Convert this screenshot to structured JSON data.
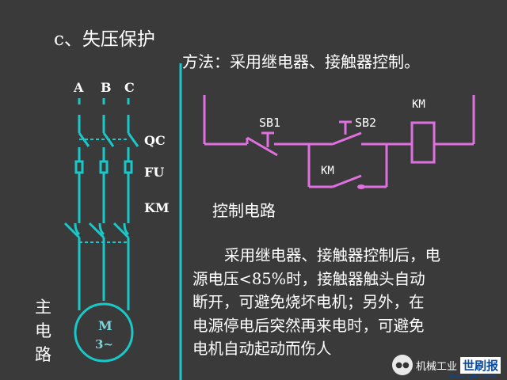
{
  "heading": "c、失压保护",
  "method": "方法：采用继电器、接触器控制。",
  "main_circuit": {
    "phases": [
      "A",
      "B",
      "C"
    ],
    "labels": {
      "qc": "QC",
      "fu": "FU",
      "km": "KM"
    },
    "side_label": [
      "主",
      "电",
      "路"
    ],
    "motor": {
      "name": "M",
      "spec": "3~"
    }
  },
  "control_circuit": {
    "title": "控制电路",
    "sb1": "SB1",
    "sb2": "SB2",
    "coil": "KM",
    "contact": "KM"
  },
  "paragraph": [
    "采用继电器、接触器控制后，电",
    "源电压<85%时，接触器触头自动",
    "断开，可避免烧坏电机；另外，在",
    "电源停电后突然再来电时，可避免",
    "电机自动起动而伤人"
  ],
  "watermark": {
    "text": "机械工业",
    "logo": "世刷报",
    "url": "www.sykv.com"
  },
  "colors": {
    "background": "#3a3a3a",
    "power_lines": "#19c8c8",
    "control_lines": "#e070e0",
    "divider": "#19c8c8",
    "text": "#ffffff"
  }
}
